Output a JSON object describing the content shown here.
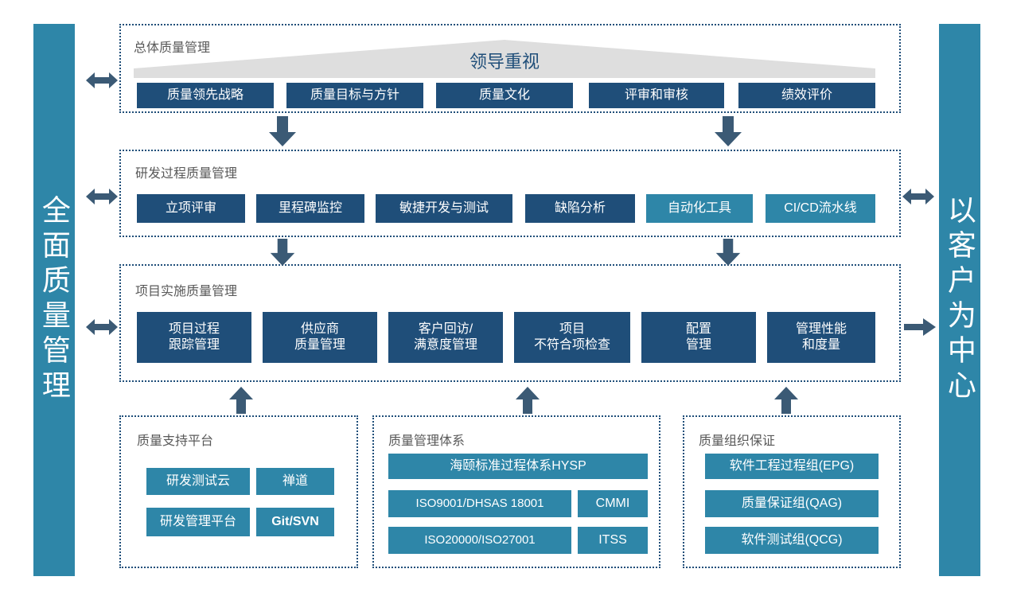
{
  "pillars": {
    "left": {
      "label": "全面质量管理",
      "color": "#2E86A8"
    },
    "right": {
      "label": "以客户为中心",
      "color": "#2E86A8"
    }
  },
  "colors": {
    "navy": "#1F4E79",
    "teal": "#2E86A8",
    "banner_gray": "#DEDEDE",
    "arrow": "#3B5A75",
    "title_gray": "#595959"
  },
  "banner": {
    "label": "领导重视"
  },
  "rows": [
    {
      "title": "总体质量管理",
      "items": [
        {
          "label": "质量领先战略",
          "style": "navy"
        },
        {
          "label": "质量目标与方针",
          "style": "navy"
        },
        {
          "label": "质量文化",
          "style": "navy"
        },
        {
          "label": "评审和审核",
          "style": "navy"
        },
        {
          "label": "绩效评价",
          "style": "navy"
        }
      ]
    },
    {
      "title": "研发过程质量管理",
      "items": [
        {
          "label": "立项评审",
          "style": "navy"
        },
        {
          "label": "里程碑监控",
          "style": "navy"
        },
        {
          "label": "敏捷开发与测试",
          "style": "navy"
        },
        {
          "label": "缺陷分析",
          "style": "navy"
        },
        {
          "label": "自动化工具",
          "style": "teal"
        },
        {
          "label": "CI/CD流水线",
          "style": "teal"
        }
      ]
    },
    {
      "title": "项目实施质量管理",
      "items": [
        {
          "label": "项目过程\n跟踪管理",
          "style": "navy"
        },
        {
          "label": "供应商\n质量管理",
          "style": "navy"
        },
        {
          "label": "客户回访/\n满意度管理",
          "style": "navy"
        },
        {
          "label": "项目\n不符合项检查",
          "style": "navy"
        },
        {
          "label": "配置\n管理",
          "style": "navy"
        },
        {
          "label": "管理性能\n和度量",
          "style": "navy"
        }
      ]
    }
  ],
  "panels": [
    {
      "title": "质量支持平台",
      "items": [
        {
          "label": "研发测试云",
          "style": "teal"
        },
        {
          "label": "禅道",
          "style": "teal"
        },
        {
          "label": "研发管理平台",
          "style": "teal"
        },
        {
          "label": "Git/SVN",
          "style": "teal",
          "bold": true
        }
      ]
    },
    {
      "title": "质量管理体系",
      "items": [
        {
          "label": "海颐标准过程体系HYSP",
          "style": "teal"
        },
        {
          "label": "ISO9001/DHSAS 18001",
          "style": "teal"
        },
        {
          "label": "CMMI",
          "style": "teal"
        },
        {
          "label": "ISO20000/ISO27001",
          "style": "teal"
        },
        {
          "label": "ITSS",
          "style": "teal"
        }
      ]
    },
    {
      "title": "质量组织保证",
      "items": [
        {
          "label": "软件工程过程组(EPG)",
          "style": "teal"
        },
        {
          "label": "质量保证组(QAG)",
          "style": "teal"
        },
        {
          "label": "软件测试组(QCG)",
          "style": "teal"
        }
      ]
    }
  ],
  "arrows": [
    {
      "name": "left-connector-row1",
      "dir": "both"
    },
    {
      "name": "left-connector-row2",
      "dir": "both"
    },
    {
      "name": "left-connector-row3",
      "dir": "both"
    },
    {
      "name": "right-connector-row2",
      "dir": "both"
    },
    {
      "name": "right-connector-row3",
      "dir": "right"
    },
    {
      "name": "down-arrow-row1-left",
      "dir": "down"
    },
    {
      "name": "down-arrow-row1-right",
      "dir": "down"
    },
    {
      "name": "down-arrow-row2-left",
      "dir": "down"
    },
    {
      "name": "down-arrow-row2-right",
      "dir": "down"
    },
    {
      "name": "up-arrow-support-platform",
      "dir": "up"
    },
    {
      "name": "up-arrow-management-system",
      "dir": "up"
    },
    {
      "name": "up-arrow-organization",
      "dir": "up"
    }
  ]
}
